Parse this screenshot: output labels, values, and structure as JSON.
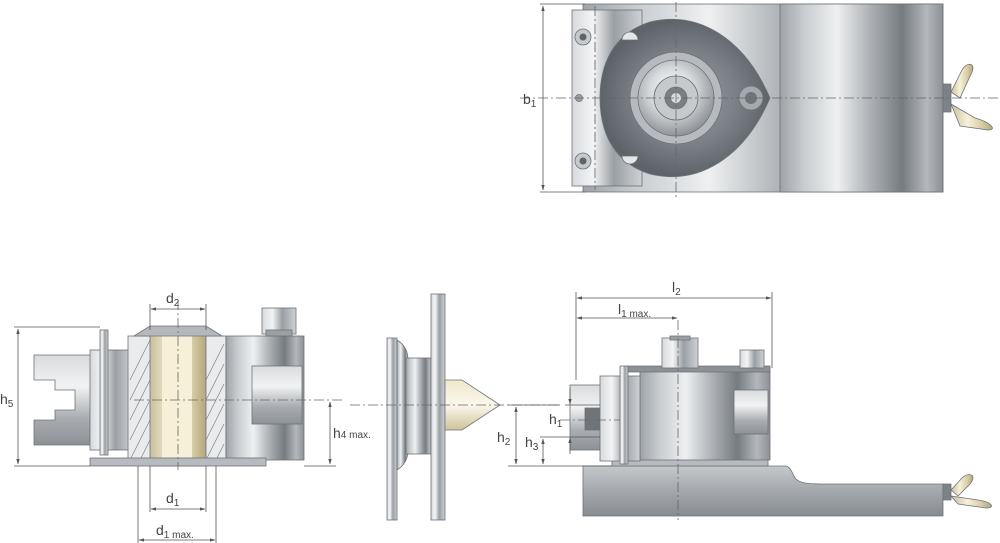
{
  "labels": {
    "b1": {
      "main": "b",
      "sub": "1"
    },
    "d2": {
      "main": "d",
      "sub": "2"
    },
    "h5": {
      "main": "h",
      "sub": "5"
    },
    "h4max": {
      "main": "h",
      "sub": "4 max."
    },
    "d1": {
      "main": "d",
      "sub": "1"
    },
    "d1max": {
      "main": "d",
      "sub": "1 max."
    },
    "l2": {
      "main": "l",
      "sub": "2"
    },
    "l1max": {
      "main": "l",
      "sub": "1 max."
    },
    "h1": {
      "main": "h",
      "sub": "1"
    },
    "h2": {
      "main": "h",
      "sub": "2"
    },
    "h3": {
      "main": "h",
      "sub": "3"
    }
  },
  "colors": {
    "steel_light": "#e8eaec",
    "steel_mid": "#b9bdc1",
    "steel_dark": "#7d8287",
    "brass": "#e7dcb8",
    "dim_line": "#555555"
  }
}
